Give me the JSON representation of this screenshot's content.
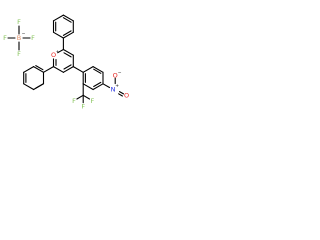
{
  "structure": {
    "labels": {
      "fluorine": "F",
      "boron": "B",
      "boron_charge": "−",
      "oxygen": "O",
      "oxygen_charge": "+",
      "nitrogen": "N",
      "nitrogen_charge": "+",
      "nitro_oxygen": "O",
      "nitro_oxygen_charge": "−"
    },
    "colors": {
      "bond": "#000000",
      "fluorine": "#86c35a",
      "boron": "#e0906b",
      "oxygen": "#e8231f",
      "nitrogen": "#2430e0"
    }
  }
}
